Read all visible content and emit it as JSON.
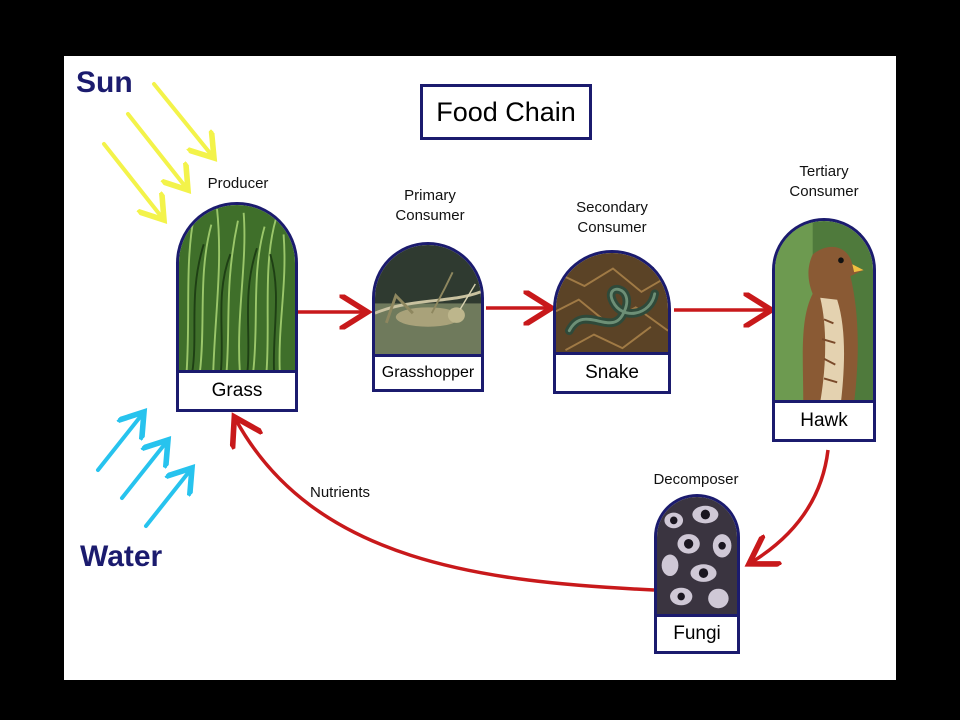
{
  "title": "Food Chain",
  "sun_label": "Sun",
  "water_label": "Water",
  "nutrients_label": "Nutrients",
  "colors": {
    "frame_navy": "#1b1b6e",
    "arrow_red": "#c8191b",
    "sun_yellow": "#f3f34a",
    "water_cyan": "#27c3ee"
  },
  "organisms": [
    {
      "role_lines": [
        "Producer"
      ],
      "name": "Grass",
      "icon": "grass-photo"
    },
    {
      "role_lines": [
        "Primary",
        "Consumer"
      ],
      "name": "Grasshopper",
      "icon": "grasshopper-photo"
    },
    {
      "role_lines": [
        "Secondary",
        "Consumer"
      ],
      "name": "Snake",
      "icon": "snake-photo"
    },
    {
      "role_lines": [
        "Tertiary",
        "Consumer"
      ],
      "name": "Hawk",
      "icon": "hawk-photo"
    },
    {
      "role_lines": [
        "Decomposer"
      ],
      "name": "Fungi",
      "icon": "fungi-photo"
    }
  ]
}
